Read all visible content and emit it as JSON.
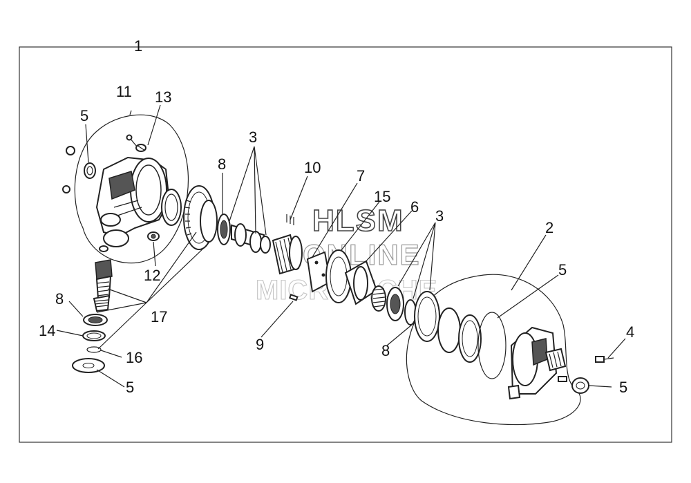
{
  "callouts": {
    "n1": "1",
    "n2": "2",
    "n3a": "3",
    "n3b": "3",
    "n4": "4",
    "n5a": "5",
    "n5b": "5",
    "n5c": "5",
    "n5d": "5",
    "n6": "6",
    "n7": "7",
    "n8a": "8",
    "n8b": "8",
    "n8c": "8",
    "n9": "9",
    "n10": "10",
    "n11": "11",
    "n12": "12",
    "n13": "13",
    "n14": "14",
    "n15": "15",
    "n16": "16",
    "n17": "17"
  },
  "watermark": {
    "line1": "HLSM",
    "line2": "ONLINE",
    "line3": "MICROFICHE"
  }
}
